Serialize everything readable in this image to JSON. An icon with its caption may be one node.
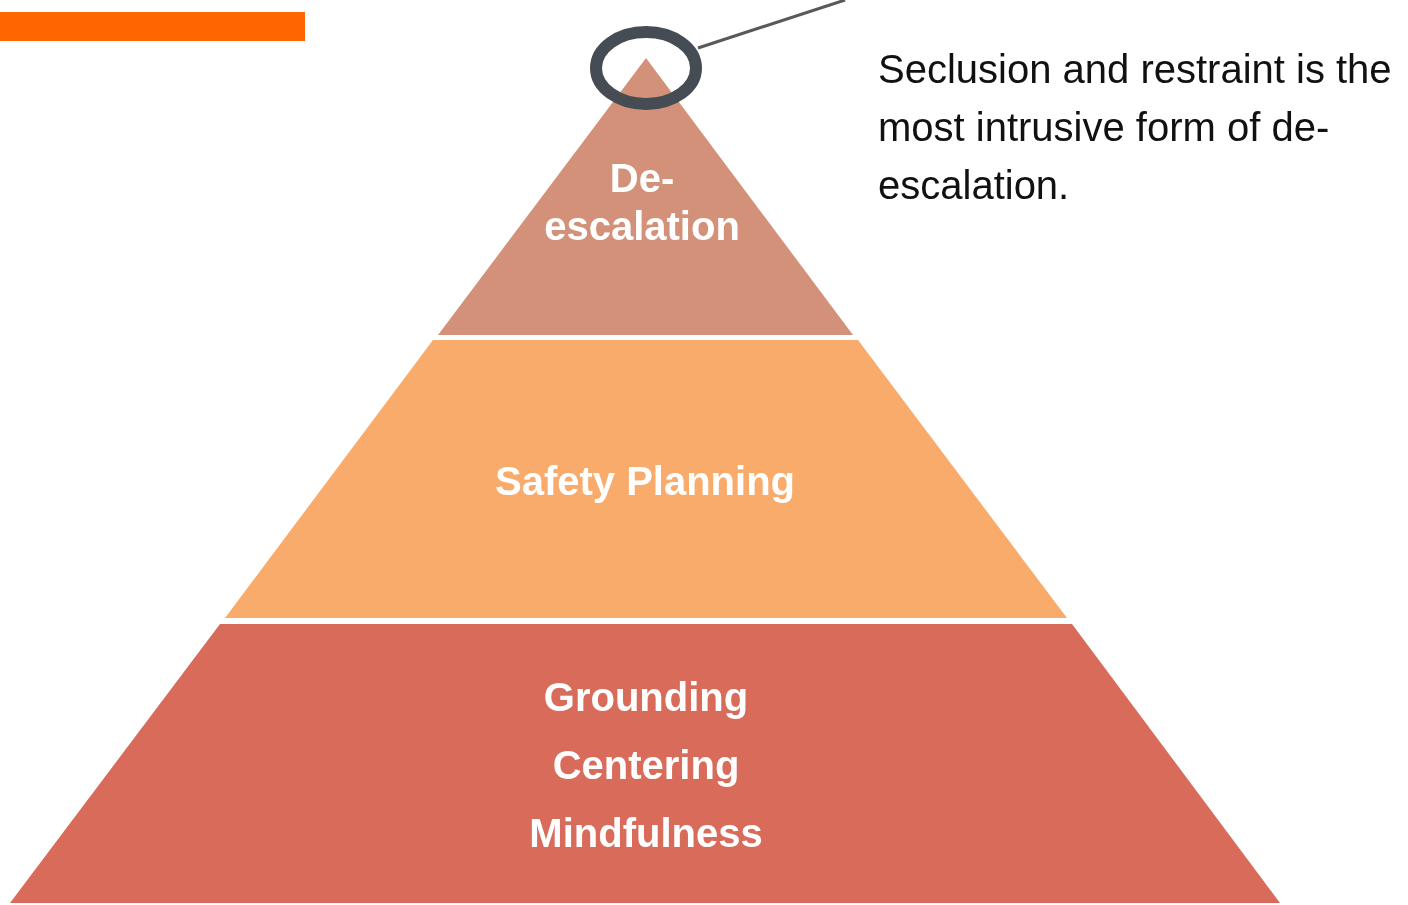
{
  "diagram": {
    "nodes": [
      {
        "text": [
          "De-escalation"
        ]
      },
      {
        "text": [
          "Safety Planning"
        ]
      },
      {
        "text": [
          "Grounding",
          "Centering",
          "Mindfulness"
        ]
      },
      {
        "text": [],
        "shape": "circle"
      },
      {
        "text": [
          "Seclusion and restraint is the most intrusive form of de-escalation."
        ]
      }
    ],
    "edges": [
      {
        "from": 4,
        "to": 3,
        "arrow": "none"
      }
    ]
  }
}
